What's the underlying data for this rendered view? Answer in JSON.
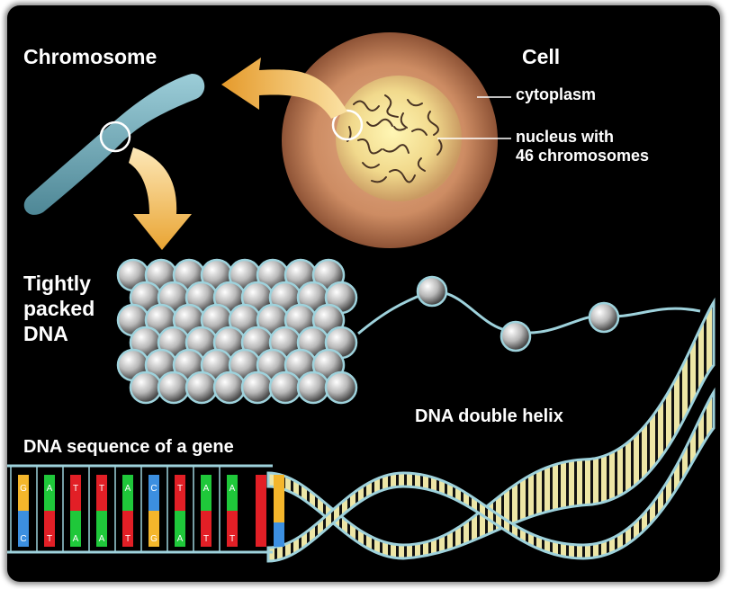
{
  "labels": {
    "chromosome": "Chromosome",
    "cell": "Cell",
    "cytoplasm": "cytoplasm",
    "nucleus_line1": "nucleus with",
    "nucleus_line2": "46 chromosomes",
    "packed_line1": "Tightly",
    "packed_line2": "packed",
    "packed_line3": "DNA",
    "double_helix": "DNA double helix",
    "gene_sequence": "DNA sequence of a gene"
  },
  "bases": {
    "upper": [
      "G",
      "A",
      "T",
      "T",
      "A",
      "C",
      "T",
      "A",
      "A"
    ],
    "lower": [
      "C",
      "T",
      "A",
      "A",
      "T",
      "G",
      "A",
      "T",
      "T"
    ]
  },
  "colors": {
    "background": "#000000",
    "A": "#1fc83a",
    "T": "#e21f26",
    "G": "#f4b62b",
    "C": "#3c8fe0",
    "helix_fill": "#ede6a6",
    "strand": "#9ed2dc",
    "arrow": "#f2b440",
    "cell": "#c9855f",
    "chromosome": "#6fa8b6"
  },
  "icons": [
    "curved-arrow-left-icon",
    "curved-arrow-down-icon"
  ]
}
